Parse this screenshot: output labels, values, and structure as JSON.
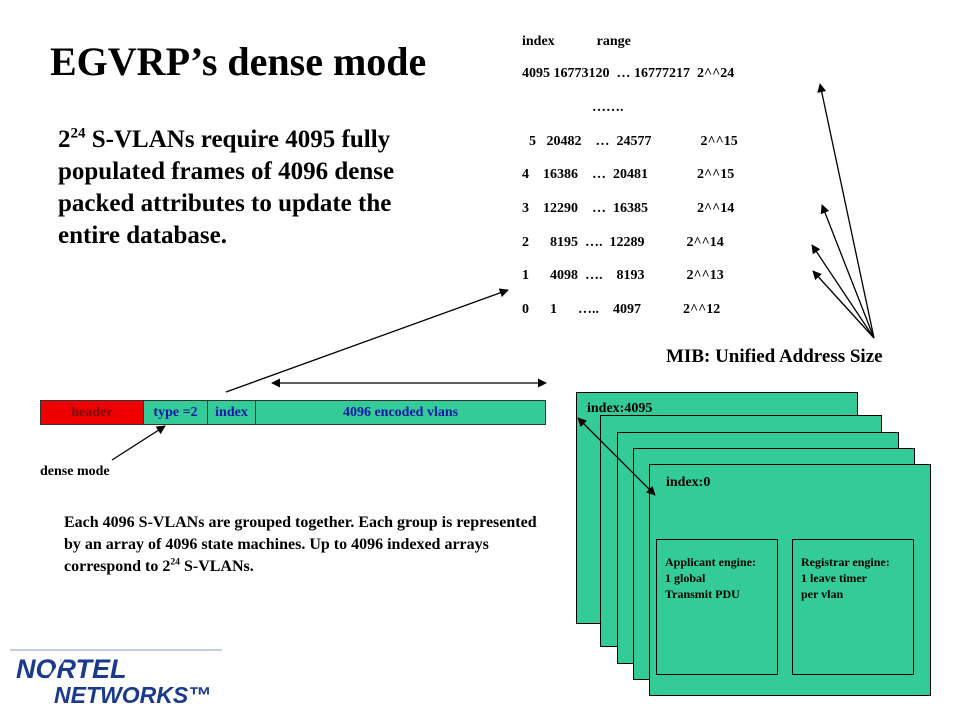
{
  "slide": {
    "title": "EGVRP’s dense mode",
    "lead": {
      "pre": "2",
      "exp": "24",
      "post": "  S-VLANs require 4095 fully populated frames  of 4096 dense packed attributes to update the entire database."
    },
    "mib_table": {
      "header": "index            range",
      "rows": [
        "4095 16773120  … 16777217  2^^24",
        "                    …….",
        "  5   20482    …  24577              2^^15",
        "4    16386    …  20481              2^^15",
        "3    12290    …  16385              2^^14",
        "2      8195  ….  12289            2^^14",
        "1      4098  ….    8193            2^^13",
        "0      1      …..    4097            2^^12"
      ]
    },
    "mib_title": "MIB: Unified Address Size",
    "frame": {
      "header": "header",
      "type": "type =2",
      "index": "index",
      "vlans": "4096 encoded vlans"
    },
    "dense_label": "dense mode",
    "description": {
      "pre": "Each 4096 S-VLANs are grouped together. Each group is represented by an array of 4096 state machines. Up to 4096 indexed arrays correspond to 2",
      "exp": "24",
      "post": " S-VLANs."
    },
    "stack": {
      "top_label": "index:4095",
      "front_label": "index:0",
      "applicant": [
        "Applicant engine:",
        "1 global",
        "Transmit PDU"
      ],
      "registrar": [
        "Registrar engine:",
        "1 leave timer",
        "per vlan"
      ]
    },
    "logo": {
      "line1": "NORTEL",
      "line2": "NETWORKS™"
    },
    "colors": {
      "teal": "#33cc99",
      "header_red": "#ee0000",
      "label_blue": "#1515a8",
      "logo_blue": "#1a3a8c"
    }
  }
}
